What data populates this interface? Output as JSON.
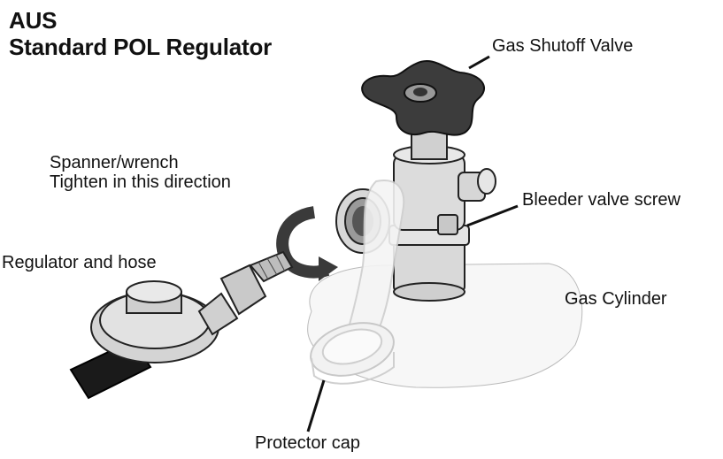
{
  "title": {
    "line1": "AUS",
    "line2": "Standard POL Regulator"
  },
  "labels": {
    "gas_shutoff_valve": "Gas Shutoff Valve",
    "spanner_line1": "Spanner/wrench",
    "spanner_line2": "Tighten in this direction",
    "bleeder_valve_screw": "Bleeder valve screw",
    "regulator_and_hose": "Regulator and hose",
    "gas_cylinder": "Gas Cylinder",
    "protector_cap": "Protector cap"
  },
  "icons": [
    "star-knob-icon",
    "curved-arrow-icon"
  ]
}
